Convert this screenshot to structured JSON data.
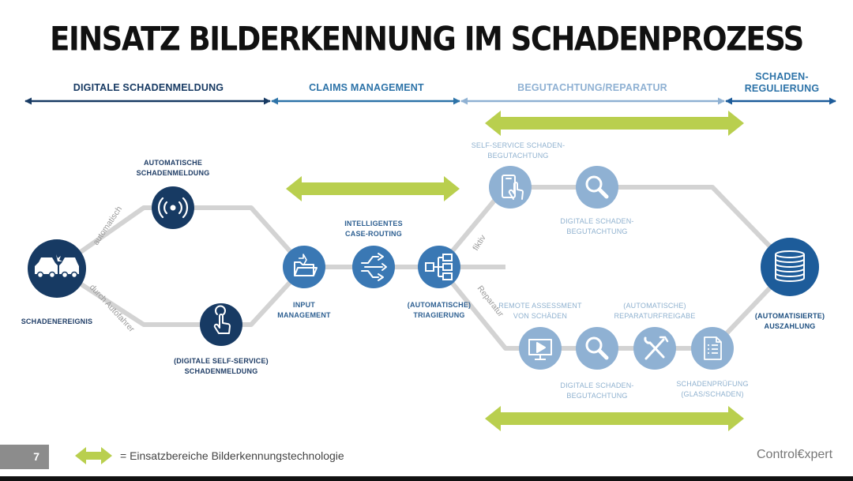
{
  "title": "EINSATZ BILDERKENNUNG IM SCHADENPROZESS",
  "phases": [
    {
      "label": "DIGITALE SCHADENMELDUNG"
    },
    {
      "label": "CLAIMS MANAGEMENT"
    },
    {
      "label": "BEGUTACHTUNG/REPARATUR"
    },
    {
      "label_line1": "SCHADEN-",
      "label_line2": "REGULIERUNG"
    }
  ],
  "nodes": {
    "schadenereignis": {
      "label": "SCHADENEREIGNIS",
      "icon": "car-crash-icon"
    },
    "auto_meldung": {
      "line1": "AUTOMATISCHE",
      "line2": "SCHADENMELDUNG",
      "icon": "signal-broadcast-icon"
    },
    "self_meldung": {
      "line1": "(DIGITALE SELF-SERVICE)",
      "line2": "SCHADENMELDUNG",
      "icon": "touch-hand-icon"
    },
    "input": {
      "line1": "INPUT",
      "line2": "MANAGEMENT",
      "icon": "folder-icon"
    },
    "routing": {
      "line1": "INTELLIGENTES",
      "line2": "CASE-ROUTING",
      "icon": "routing-arrows-icon"
    },
    "triage": {
      "line1": "(AUTOMATISCHE)",
      "line2": "TRIAGIERUNG",
      "icon": "hierarchy-icon"
    },
    "selfservice": {
      "line1": "SELF-SERVICE SCHADEN-",
      "line2": "BEGUTACHTUNG",
      "icon": "smartphone-touch-icon"
    },
    "dig_top": {
      "line1": "DIGITALE SCHADEN-",
      "line2": "BEGUTACHTUNG",
      "icon": "magnifier-icon"
    },
    "remote": {
      "line1": "REMOTE ASSESSMENT",
      "line2": "VON SCHÄDEN",
      "icon": "monitor-play-icon"
    },
    "dig_bottom": {
      "line1": "DIGITALE SCHADEN-",
      "line2": "BEGUTACHTUNG",
      "icon": "magnifier-icon"
    },
    "repair": {
      "line1": "(AUTOMATISCHE)",
      "line2": "REPARATURFREIGABE",
      "icon": "tools-icon"
    },
    "check": {
      "line1": "SCHADENPRÜFUNG",
      "line2": "(GLAS/SCHADEN)",
      "icon": "checklist-icon"
    },
    "payout": {
      "line1": "(AUTOMATISIERTE)",
      "line2": "AUSZAHLUNG",
      "icon": "coins-icon"
    }
  },
  "path_labels": {
    "automatisch": "automatisch",
    "autofahrer": "durch Autofahrer",
    "fiktiv": "fiktiv",
    "reparatur": "Reparatur"
  },
  "footer": {
    "page_number": "7",
    "legend": "= Einsatzbereiche Bilderkennungstechnologie",
    "brand": "Control€xpert"
  },
  "colors": {
    "dark_blue": "#173a63",
    "mid_blue": "#2d73a8",
    "medium_blue": "#3a78b4",
    "light_blue": "#8fb1d3",
    "highlight_green": "#b9cf4e",
    "path_gray": "#d3d3d3"
  }
}
